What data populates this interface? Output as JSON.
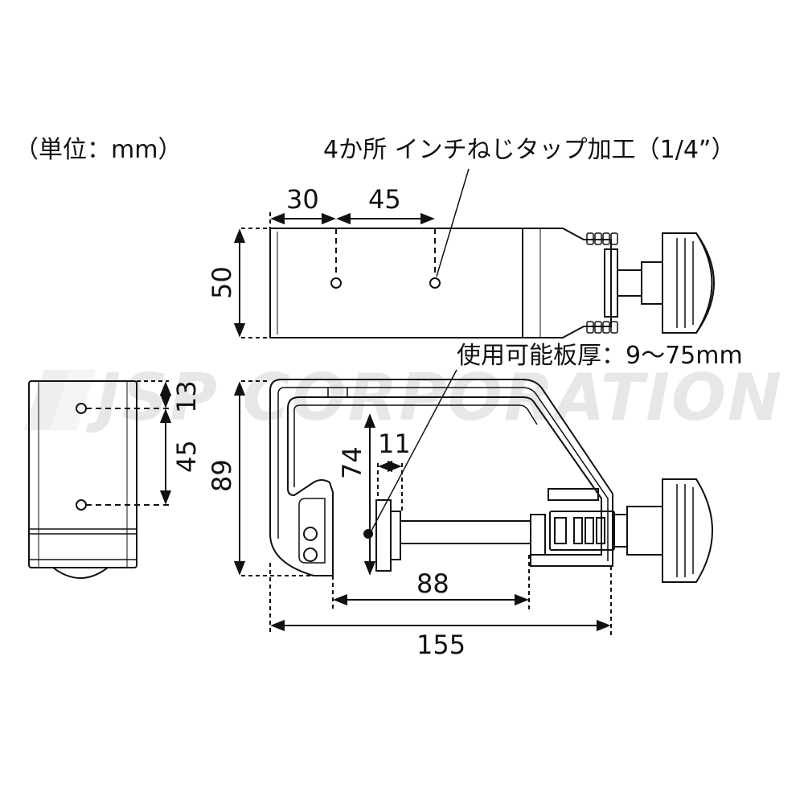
{
  "header": {
    "unit_note": "（単位：mm）",
    "hole_note": "4か所 インチねじタップ加工（1/4”）",
    "thickness_note": "使用可能板厚：9～75mm"
  },
  "dimensions": {
    "top_30": "30",
    "top_45": "45",
    "top_50": "50",
    "left_13": "13",
    "left_45": "45",
    "left_89": "89",
    "inner_74": "74",
    "inner_11": "11",
    "bottom_88": "88",
    "bottom_155": "155"
  },
  "watermark": {
    "text": "JSP CORPORATION"
  },
  "colors": {
    "line": "#111111",
    "watermark": "#d4d4d4",
    "background": "#ffffff"
  }
}
